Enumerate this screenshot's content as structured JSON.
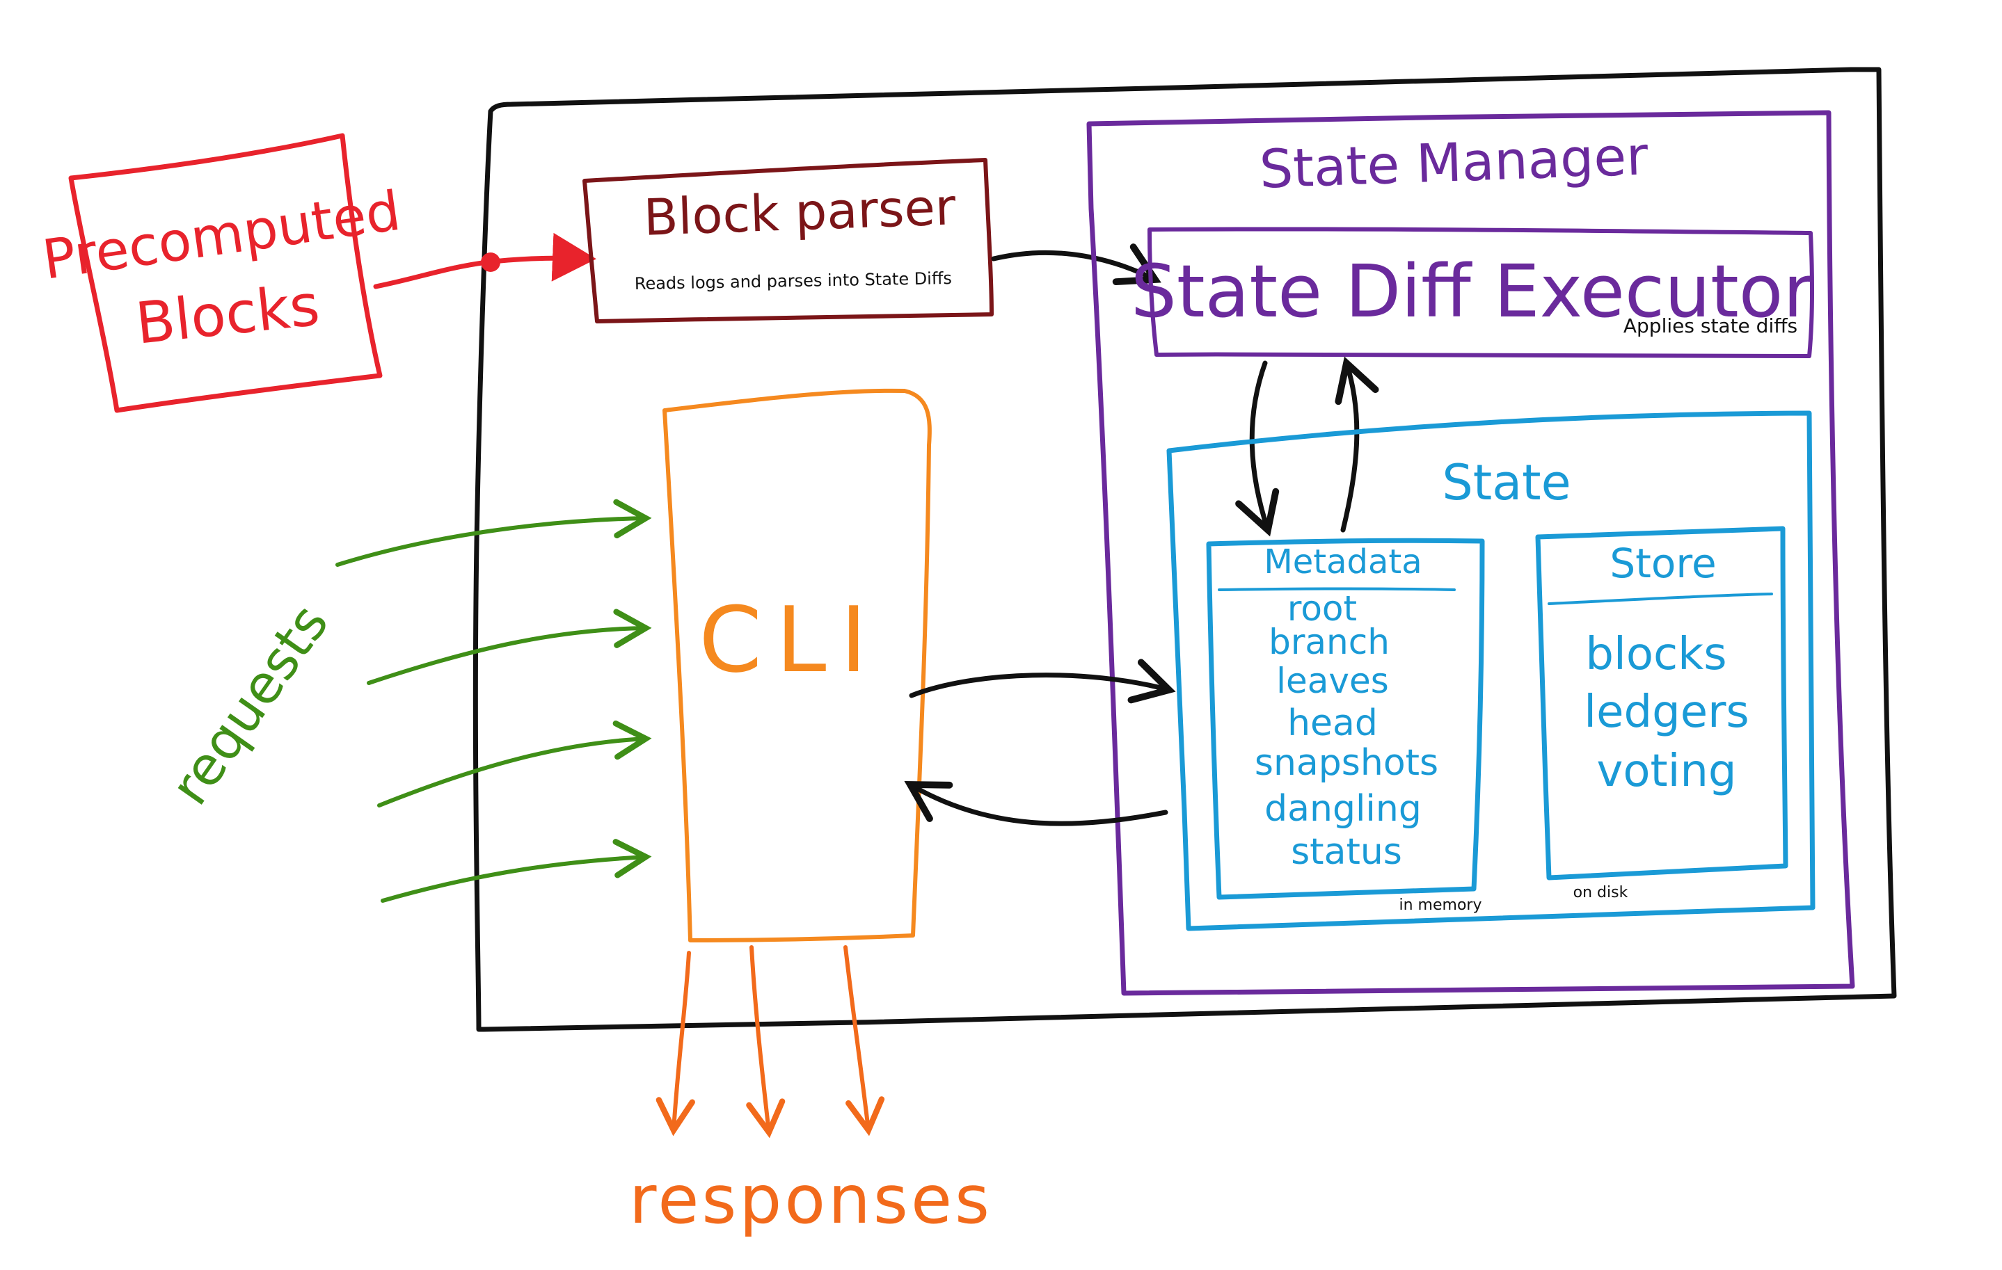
{
  "colors": {
    "outer": "#111111",
    "precomputed": "#e8232c",
    "parser": "#7b1518",
    "state_manager": "#6a2a9c",
    "state": "#1a9ad6",
    "cli": "#f5891f",
    "requests": "#3f8f17",
    "responses": "#f26a1b",
    "arrow": "#111111"
  },
  "precomputed": {
    "line1": "Precomputed",
    "line2": "Blocks"
  },
  "block_parser": {
    "title": "Block parser",
    "subtitle": "Reads logs and parses into State Diffs"
  },
  "state_manager": {
    "title": "State Manager"
  },
  "executor": {
    "title": "State Diff Executor",
    "subtitle": "Applies state diffs"
  },
  "state": {
    "title": "State",
    "metadata": {
      "title": "Metadata",
      "items": [
        "root",
        "branch",
        "leaves",
        "head",
        "snapshots",
        "dangling",
        "status"
      ],
      "note": "in memory"
    },
    "store": {
      "title": "Store",
      "items": [
        "blocks",
        "ledgers",
        "voting"
      ],
      "note": "on disk"
    }
  },
  "cli": {
    "label": "CLI"
  },
  "requests": {
    "label": "requests"
  },
  "responses": {
    "label": "responses"
  }
}
